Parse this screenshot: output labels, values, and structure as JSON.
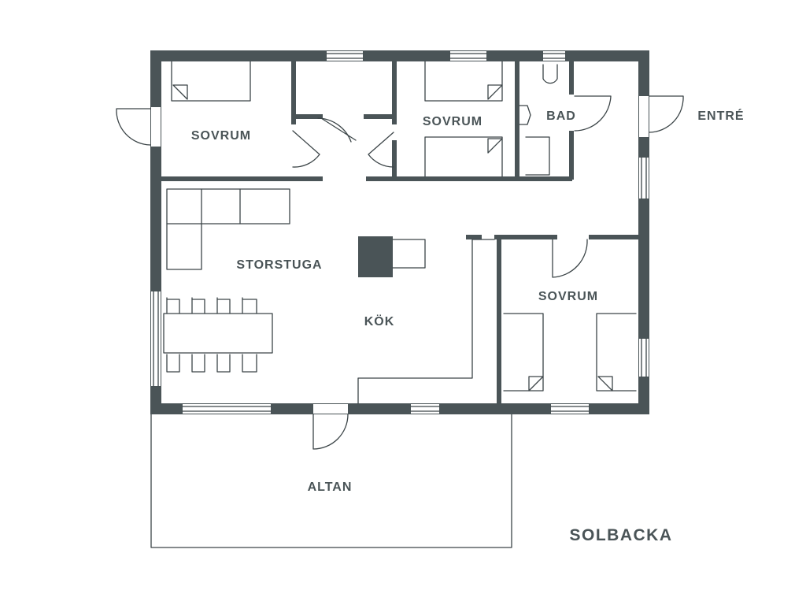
{
  "colors": {
    "wall": "#4a5457",
    "line": "#3c4548",
    "background": "#ffffff"
  },
  "plan": {
    "title": "SOLBACKA",
    "rooms": [
      {
        "key": "bedroom_nw",
        "label": "SOVRUM"
      },
      {
        "key": "bedroom_n",
        "label": "SOVRUM"
      },
      {
        "key": "bathroom",
        "label": "BAD"
      },
      {
        "key": "entrance",
        "label": "ENTRÉ"
      },
      {
        "key": "living_room",
        "label": "STORSTUGA"
      },
      {
        "key": "kitchen",
        "label": "KÖK"
      },
      {
        "key": "bedroom_se",
        "label": "SOVRUM"
      },
      {
        "key": "deck",
        "label": "ALTAN"
      }
    ]
  }
}
